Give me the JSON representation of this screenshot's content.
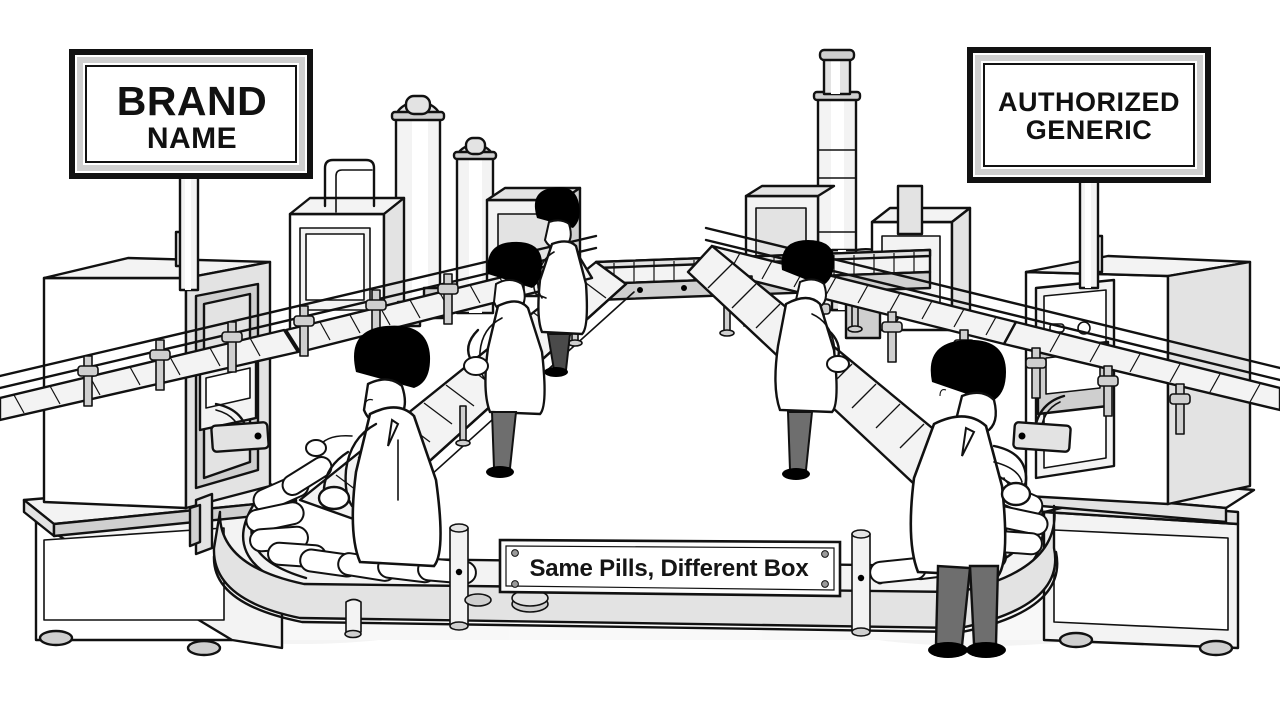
{
  "scene": {
    "title": "Pharmaceutical packaging line illustration",
    "style": "black and white line art cartoon",
    "background_color": "#ffffff",
    "outline_color": "#111111",
    "shade_light": "#f2f2f2",
    "shade_mid": "#d8d8d8",
    "shade_dark": "#a9a9a9"
  },
  "signs": {
    "left": {
      "name": "brand-name-sign",
      "line1": "BRAND",
      "line2": "NAME",
      "frame_color": "#111111",
      "face_color": "#ffffff"
    },
    "right": {
      "name": "authorized-generic-sign",
      "line1": "AUTHORIZED",
      "line2": "GENERIC",
      "frame_color": "#111111",
      "face_color": "#ffffff"
    }
  },
  "banner": {
    "name": "conveyor-banner",
    "text": "Same Pills, Different Box",
    "face_color": "#fdfdfd",
    "text_color": "#151515"
  },
  "workers": [
    {
      "id": "worker-left-front",
      "coat": "#ffffff",
      "hair": "#000000",
      "trousers": "#ffffff",
      "position": "front left at curved conveyor"
    },
    {
      "id": "worker-left-mid",
      "coat": "#ffffff",
      "hair": "#000000",
      "trousers": "#6e6e6e",
      "position": "left side of straight conveyor"
    },
    {
      "id": "worker-left-back",
      "coat": "#ffffff",
      "hair": "#000000",
      "trousers": "#3a3a3a",
      "position": "back left beside machines"
    },
    {
      "id": "worker-right-back",
      "coat": "#ffffff",
      "hair": "#000000",
      "trousers": "#6e6e6e",
      "position": "right side of upper conveyor"
    },
    {
      "id": "worker-right-front",
      "coat": "#ffffff",
      "hair": "#000000",
      "trousers": "#6e6e6e",
      "position": "front right at curved conveyor"
    }
  ],
  "machinery": {
    "left_packaging_machine": "large boxed packaging unit on plinth with feeder chute",
    "right_packaging_machine": "large boxed packaging unit on plinth with feeder chute",
    "left_towers": [
      "tall domed cylinder tank",
      "short domed cylinder tank"
    ],
    "right_tower": "tall segmented vertical column with capped top",
    "conveyor": "oval loop conveyor with side rails and guard posts",
    "pill_shape": "capsule"
  },
  "counts": {
    "workers": 5,
    "signs": 2,
    "banners": 1
  }
}
